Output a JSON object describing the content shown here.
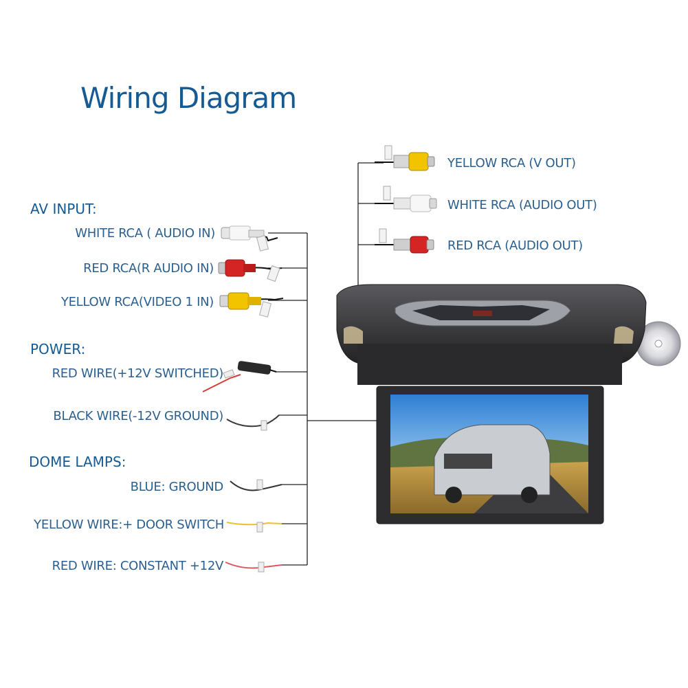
{
  "title": "Wiring Diagram",
  "av_input": {
    "heading": "AV INPUT:",
    "items": [
      "WHITE RCA ( AUDIO IN)",
      "RED RCA(R AUDIO IN)",
      "YELLOW RCA(VIDEO 1 IN)"
    ]
  },
  "power": {
    "heading": "POWER:",
    "items": [
      "RED WIRE(+12V SWITCHED)",
      "BLACK WIRE(-12V GROUND)"
    ]
  },
  "dome_lamps": {
    "heading": "DOME LAMPS:",
    "items": [
      "BLUE: GROUND",
      "YELLOW WIRE:+ DOOR SWITCH",
      "RED WIRE: CONSTANT +12V"
    ]
  },
  "av_output": {
    "items": [
      "YELLOW RCA (V OUT)",
      "WHITE RCA (AUDIO OUT)",
      "RED RCA (AUDIO OUT)"
    ]
  },
  "colors": {
    "heading": "#155a92",
    "label": "#2a5f8f",
    "rca_white": "#f2f2f2",
    "rca_red": "#d42424",
    "rca_yellow": "#f2c400",
    "monitor_body": "#3a3a3c"
  }
}
